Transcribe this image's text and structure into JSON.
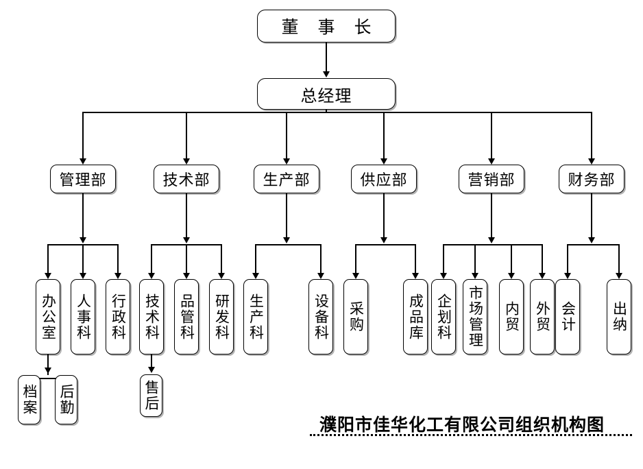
{
  "document": {
    "title": "濮阳市佳华化工有限公司组织机构图",
    "background_color": "#ffffff",
    "line_color": "#000000",
    "box_fill": "#ffffff"
  },
  "chart_data": {
    "type": "diagram",
    "diagram_kind": "organizational-chart",
    "orientation": "top-down",
    "title": "濮阳市佳华化工有限公司组织机构图",
    "levels": 4,
    "nodes": [
      {
        "id": "chairman",
        "label": "董 事 长",
        "level": 0,
        "parent": null
      },
      {
        "id": "gm",
        "label": "总经理",
        "level": 1,
        "parent": "chairman"
      },
      {
        "id": "dept_admin",
        "label": "管理部",
        "level": 2,
        "parent": "gm"
      },
      {
        "id": "dept_tech",
        "label": "技术部",
        "level": 2,
        "parent": "gm"
      },
      {
        "id": "dept_prod",
        "label": "生产部",
        "level": 2,
        "parent": "gm"
      },
      {
        "id": "dept_supply",
        "label": "供应部",
        "level": 2,
        "parent": "gm"
      },
      {
        "id": "dept_mkt",
        "label": "营销部",
        "level": 2,
        "parent": "gm"
      },
      {
        "id": "dept_fin",
        "label": "财务部",
        "level": 2,
        "parent": "gm"
      },
      {
        "id": "office",
        "label": "办公室",
        "level": 3,
        "parent": "dept_admin"
      },
      {
        "id": "hr",
        "label": "人事科",
        "level": 3,
        "parent": "dept_admin"
      },
      {
        "id": "admin_sec",
        "label": "行政科",
        "level": 3,
        "parent": "dept_admin"
      },
      {
        "id": "tech_sec",
        "label": "技术科",
        "level": 3,
        "parent": "dept_tech"
      },
      {
        "id": "qc",
        "label": "品管科",
        "level": 3,
        "parent": "dept_tech"
      },
      {
        "id": "rd",
        "label": "研发科",
        "level": 3,
        "parent": "dept_tech"
      },
      {
        "id": "prod_sec",
        "label": "生产科",
        "level": 3,
        "parent": "dept_prod"
      },
      {
        "id": "equip",
        "label": "设备科",
        "level": 3,
        "parent": "dept_prod"
      },
      {
        "id": "purchase",
        "label": "采购",
        "level": 3,
        "parent": "dept_supply"
      },
      {
        "id": "warehouse",
        "label": "成品库",
        "level": 3,
        "parent": "dept_supply"
      },
      {
        "id": "planning",
        "label": "企划科",
        "level": 3,
        "parent": "dept_mkt"
      },
      {
        "id": "mkt_mgmt",
        "label": "市场管理",
        "level": 3,
        "parent": "dept_mkt"
      },
      {
        "id": "domestic",
        "label": "内贸",
        "level": 3,
        "parent": "dept_mkt"
      },
      {
        "id": "foreign",
        "label": "外贸",
        "level": 3,
        "parent": "dept_mkt"
      },
      {
        "id": "accounting",
        "label": "会计",
        "level": 3,
        "parent": "dept_fin"
      },
      {
        "id": "cashier",
        "label": "出纳",
        "level": 3,
        "parent": "dept_fin"
      },
      {
        "id": "archive",
        "label": "档案",
        "level": 4,
        "parent": "office"
      },
      {
        "id": "logistics",
        "label": "后勤",
        "level": 4,
        "parent": "office"
      },
      {
        "id": "aftersales",
        "label": "售后",
        "level": 4,
        "parent": "tech_sec"
      }
    ],
    "edges": [
      [
        "chairman",
        "gm"
      ],
      [
        "gm",
        "dept_admin"
      ],
      [
        "gm",
        "dept_tech"
      ],
      [
        "gm",
        "dept_prod"
      ],
      [
        "gm",
        "dept_supply"
      ],
      [
        "gm",
        "dept_mkt"
      ],
      [
        "gm",
        "dept_fin"
      ],
      [
        "dept_admin",
        "office"
      ],
      [
        "dept_admin",
        "hr"
      ],
      [
        "dept_admin",
        "admin_sec"
      ],
      [
        "dept_tech",
        "tech_sec"
      ],
      [
        "dept_tech",
        "qc"
      ],
      [
        "dept_tech",
        "rd"
      ],
      [
        "dept_prod",
        "prod_sec"
      ],
      [
        "dept_prod",
        "equip"
      ],
      [
        "dept_supply",
        "purchase"
      ],
      [
        "dept_supply",
        "warehouse"
      ],
      [
        "dept_mkt",
        "planning"
      ],
      [
        "dept_mkt",
        "mkt_mgmt"
      ],
      [
        "dept_mkt",
        "domestic"
      ],
      [
        "dept_mkt",
        "foreign"
      ],
      [
        "dept_fin",
        "accounting"
      ],
      [
        "dept_fin",
        "cashier"
      ],
      [
        "office",
        "archive"
      ],
      [
        "office",
        "logistics"
      ],
      [
        "tech_sec",
        "aftersales"
      ]
    ]
  },
  "nodes": {
    "chairman": "董 事 长",
    "gm": "总经理",
    "dept_admin": "管理部",
    "dept_tech": "技术部",
    "dept_prod": "生产部",
    "dept_supply": "供应部",
    "dept_mkt": "营销部",
    "dept_fin": "财务部",
    "office": "办公室",
    "hr": "人事科",
    "admin_sec": "行政科",
    "tech_sec": "技术科",
    "qc": "品管科",
    "rd": "研发科",
    "prod_sec": "生产科",
    "equip": "设备科",
    "purchase": "采购",
    "warehouse": "成品库",
    "planning": "企划科",
    "mkt_mgmt": "市场管理",
    "domestic": "内贸",
    "foreign": "外贸",
    "accounting": "会计",
    "cashier": "出纳",
    "archive": "档案",
    "logistics": "后勤",
    "aftersales": "售后"
  }
}
